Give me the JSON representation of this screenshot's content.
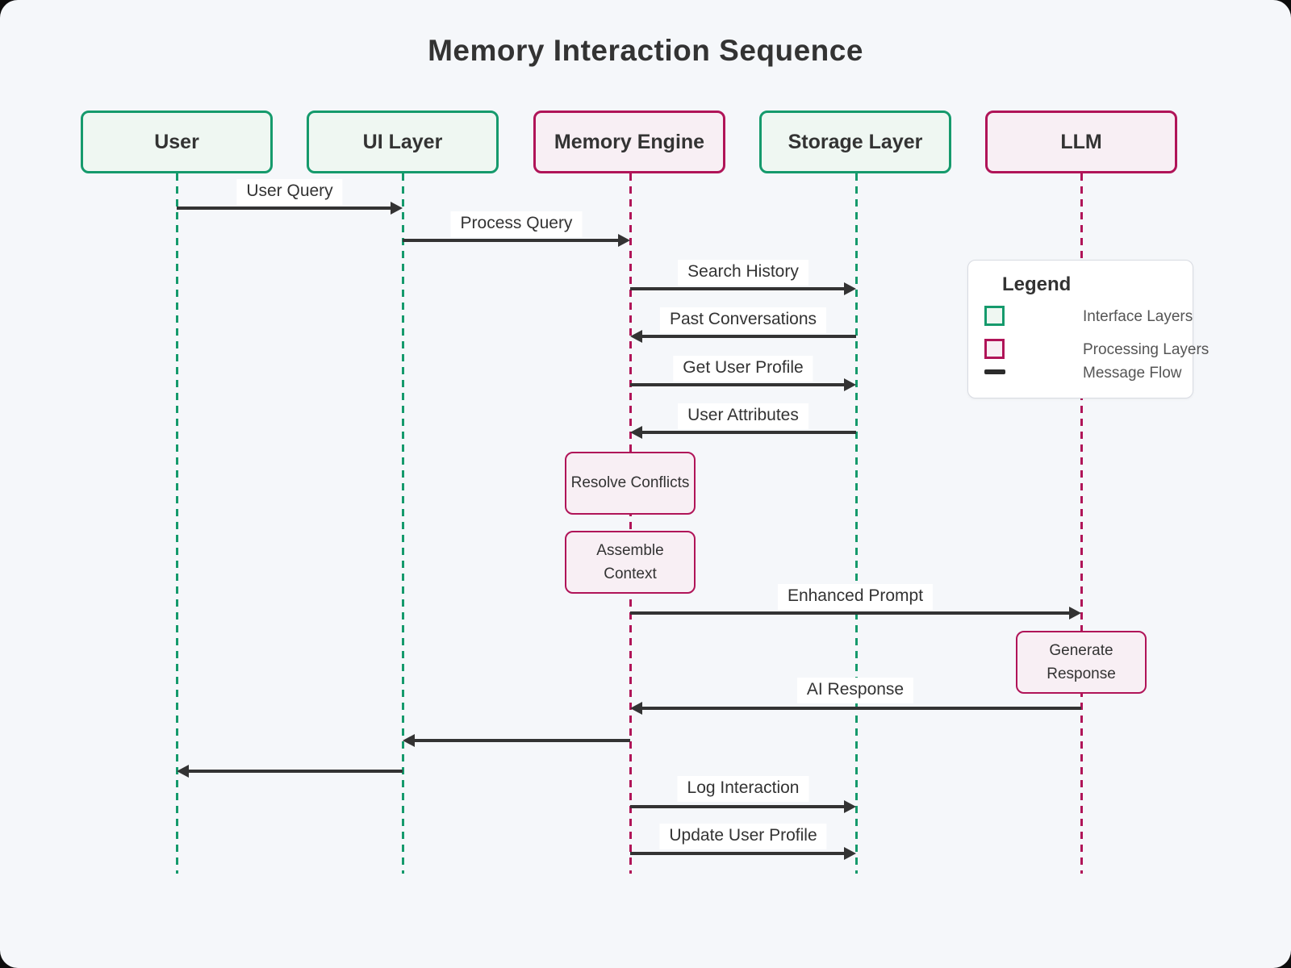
{
  "title": "Memory Interaction Sequence",
  "colors": {
    "interface_border": "#159a6c",
    "interface_fill": "#eff7f2",
    "processing_border": "#b01458",
    "processing_fill": "#f8eff4",
    "arrow": "#333333",
    "background": "#f5f7fa"
  },
  "actors": [
    {
      "label": "User",
      "type": "interface"
    },
    {
      "label": "UI Layer",
      "type": "interface"
    },
    {
      "label": "Memory Engine",
      "type": "processing"
    },
    {
      "label": "Storage Layer",
      "type": "interface"
    },
    {
      "label": "LLM",
      "type": "processing"
    }
  ],
  "messages": [
    {
      "label": "User Query",
      "from": "User",
      "to": "UI Layer"
    },
    {
      "label": "Process Query",
      "from": "UI Layer",
      "to": "Memory Engine"
    },
    {
      "label": "Search History",
      "from": "Memory Engine",
      "to": "Storage Layer"
    },
    {
      "label": "Past Conversations",
      "from": "Storage Layer",
      "to": "Memory Engine"
    },
    {
      "label": "Get User Profile",
      "from": "Memory Engine",
      "to": "Storage Layer"
    },
    {
      "label": "User Attributes",
      "from": "Storage Layer",
      "to": "Memory Engine"
    },
    {
      "label": "Enhanced Prompt",
      "from": "Memory Engine",
      "to": "LLM"
    },
    {
      "label": "AI Response",
      "from": "LLM",
      "to": "Memory Engine"
    },
    {
      "label": "",
      "from": "Memory Engine",
      "to": "UI Layer"
    },
    {
      "label": "",
      "from": "UI Layer",
      "to": "User"
    },
    {
      "label": "Log Interaction",
      "from": "Memory Engine",
      "to": "Storage Layer"
    },
    {
      "label": "Update User Profile",
      "from": "Memory Engine",
      "to": "Storage Layer"
    }
  ],
  "process_boxes": [
    {
      "actor": "Memory Engine",
      "lines": [
        "Resolve Conflicts"
      ]
    },
    {
      "actor": "Memory Engine",
      "lines": [
        "Assemble",
        "Context"
      ]
    },
    {
      "actor": "LLM",
      "lines": [
        "Generate",
        "Response"
      ]
    }
  ],
  "legend": {
    "title": "Legend",
    "items": [
      {
        "label": "Interface Layers"
      },
      {
        "label": "Processing Layers"
      },
      {
        "label": "Message Flow"
      }
    ]
  }
}
